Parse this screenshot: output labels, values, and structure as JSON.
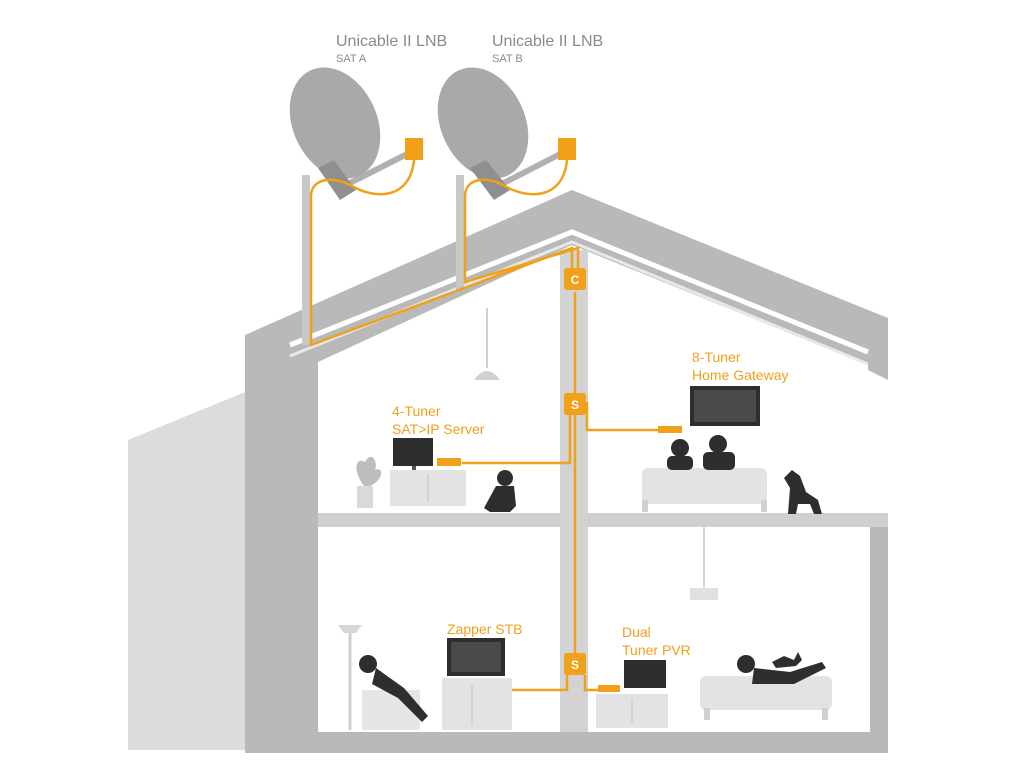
{
  "lnbs": [
    {
      "title": "Unicable II LNB",
      "subtitle": "SAT A"
    },
    {
      "title": "Unicable II LNB",
      "subtitle": "SAT B"
    }
  ],
  "nodes": {
    "combiner": "C",
    "splitter_upper": "S",
    "splitter_lower": "S"
  },
  "devices": {
    "gateway": {
      "line1": "8-Tuner",
      "line2": "Home Gateway"
    },
    "server": {
      "line1": "4-Tuner",
      "line2": "SAT>IP Server"
    },
    "zapper": {
      "line1": "Zapper STB"
    },
    "pvr": {
      "line1": "Dual",
      "line2": "Tuner PVR"
    }
  },
  "colors": {
    "cable": "#f0a019",
    "house_wall": "#b9b9b9",
    "house_shadow": "#dcdcdc",
    "dish": "#a9a9a9",
    "furniture": "#e3e3e3",
    "people": "#2e2e2e"
  }
}
